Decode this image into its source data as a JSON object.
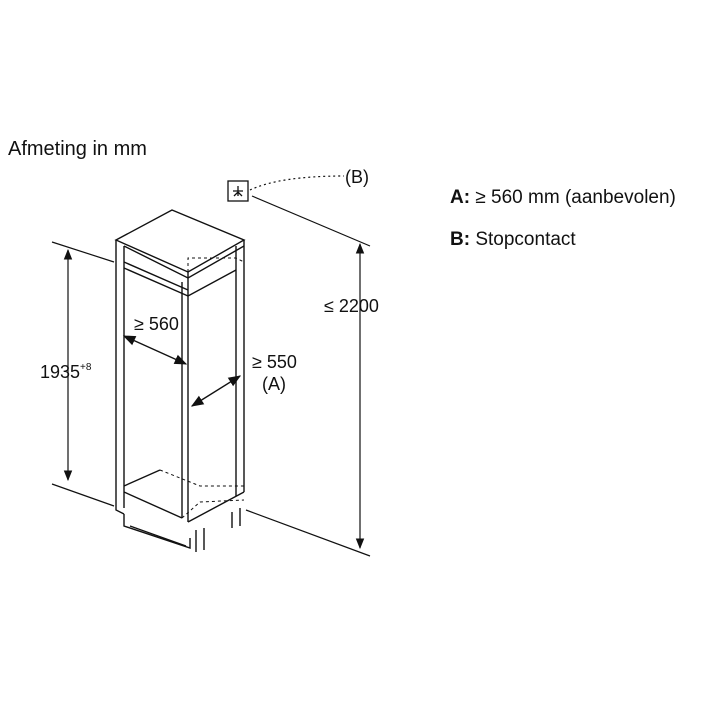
{
  "title": "Afmeting in mm",
  "dimensions": {
    "niche_height": "1935",
    "niche_height_tolerance": "+8",
    "niche_width": "≥ 560",
    "niche_depth": "≥ 550",
    "niche_depth_ref": "(A)",
    "max_height": "≤ 2200",
    "socket_ref": "(B)"
  },
  "legend": {
    "a_key": "A:",
    "a_text": "≥ 560 mm (aanbevolen)",
    "b_key": "B:",
    "b_text": "Stopcontact"
  },
  "icons": {
    "socket": "power-socket-icon"
  }
}
